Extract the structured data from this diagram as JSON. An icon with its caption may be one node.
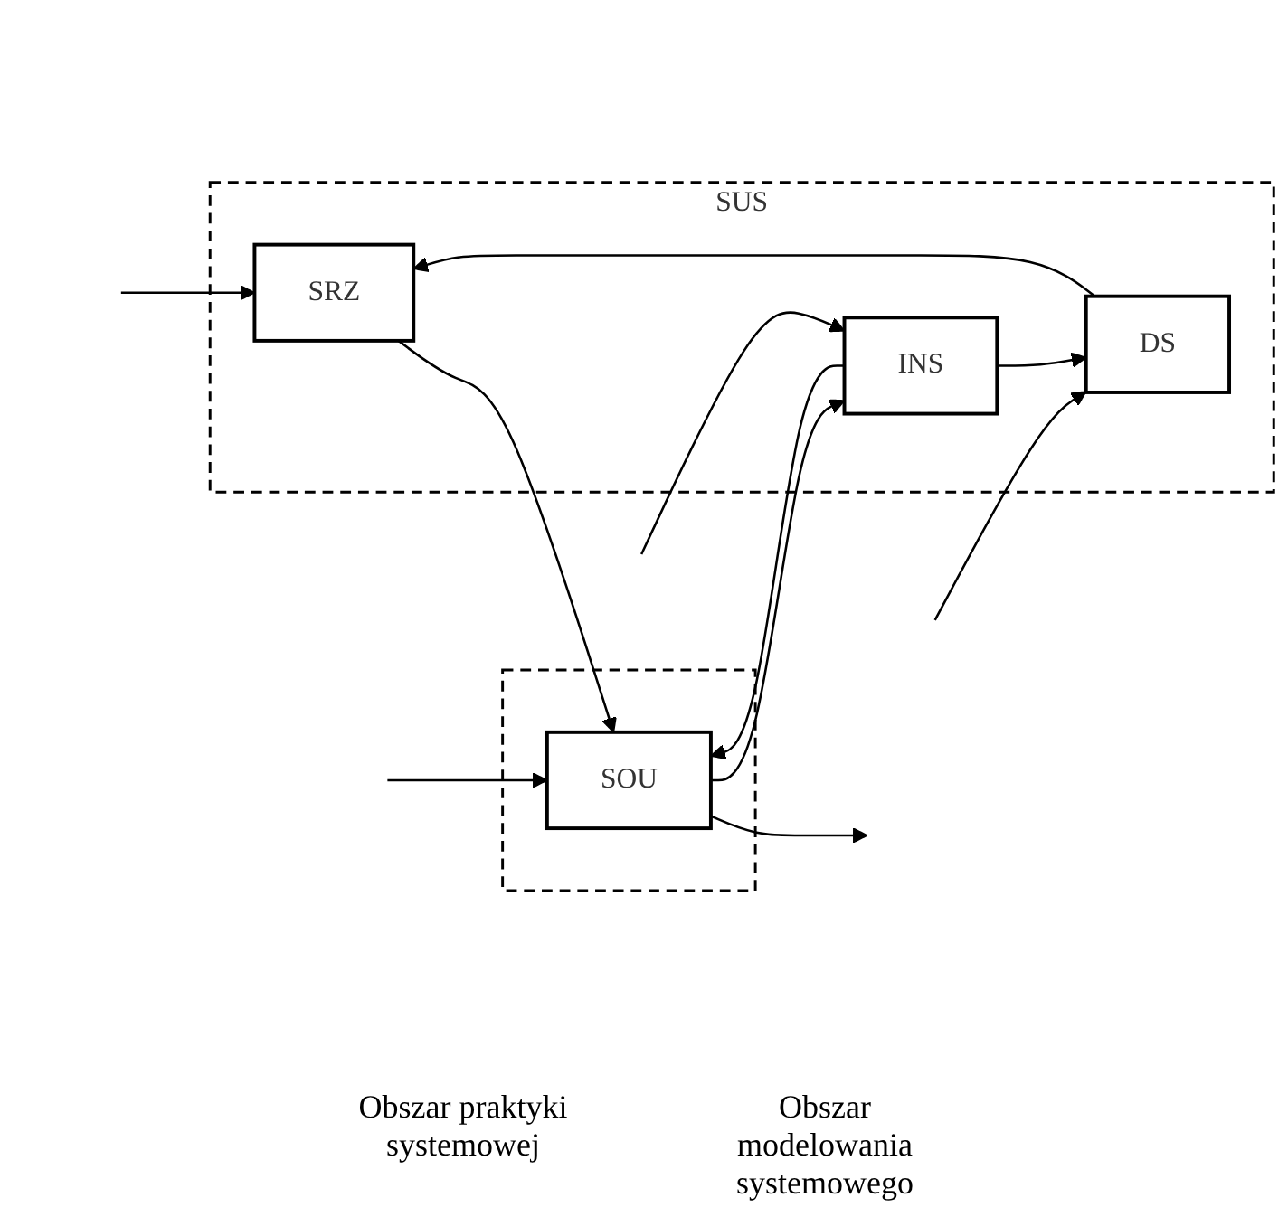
{
  "diagram": {
    "nodes": [
      {
        "text": [
          "SUS"
        ]
      },
      {
        "text": [
          "SRZ"
        ],
        "in": 0
      },
      {
        "text": [
          "DS"
        ],
        "in": 0
      },
      {
        "text": [],
        "shape": "box"
      },
      {
        "text": [
          "SOU"
        ],
        "in": 3
      },
      {
        "text": [
          "INS"
        ],
        "in": 0
      }
    ],
    "edges": [
      {
        "from": null,
        "to": 1,
        "arrow": "to"
      },
      {
        "from": 2,
        "to": 1,
        "arrow": "to"
      },
      {
        "from": null,
        "to": 2,
        "arrow": "to"
      },
      {
        "from": 1,
        "to": 4,
        "arrow": "to"
      },
      {
        "from": null,
        "to": 4,
        "arrow": "to"
      },
      {
        "from": 5,
        "to": 4,
        "arrow": "to"
      },
      {
        "from": 4,
        "to": null,
        "arrow": "to"
      },
      {
        "from": 4,
        "to": 5,
        "arrow": "to"
      },
      {
        "from": 5,
        "to": 2,
        "arrow": "to"
      },
      {
        "from": null,
        "to": 5,
        "arrow": "to"
      }
    ],
    "labels": [
      "Obszar praktyki systemowej",
      "Obszar modelowania systemowego"
    ]
  }
}
